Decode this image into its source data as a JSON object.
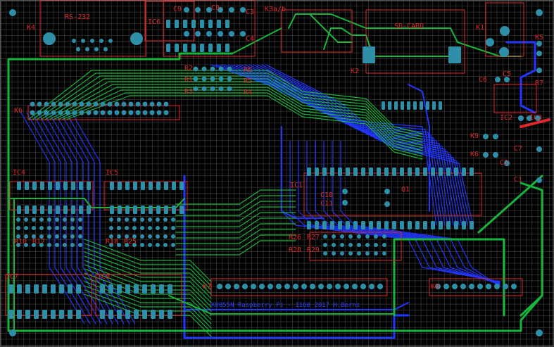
{
  "board": {
    "background": "#000000",
    "grid_color": "#3a3a3a",
    "silk_color": "#e0282a",
    "top_copper": "#19b53a",
    "bottom_copper": "#2236ff",
    "pad_color": "#2e8fa8",
    "footer_text": "K8055N Raspberry Pi - 1160 2017 H.Berns"
  },
  "labels": {
    "k4": "K4",
    "rs232": "RS-232",
    "ic6": "IC6",
    "c9": "C9",
    "c8": "C8",
    "c3": "C3",
    "c4": "C4",
    "k3": "K3a/b",
    "sdcard": "SD-CARD",
    "k2": "K2",
    "k1": "K1",
    "k5": "K5",
    "r2": "R2",
    "r1": "R1",
    "r3": "R3",
    "r6": "R6",
    "r5": "R5",
    "r4": "R4",
    "r7": "R7",
    "c6": "C6",
    "c5": "C5",
    "ic2": "IC2",
    "ic3": "IC3",
    "k9": "K9",
    "k6": "K6",
    "c7": "C7",
    "c2": "C2",
    "c1": "C1",
    "ic4": "IC4",
    "ic5": "IC5",
    "ic1": "IC1",
    "c10": "C10",
    "c11": "C11",
    "q1": "Q1",
    "r10": "R10",
    "r17": "R17",
    "r18": "R18",
    "r25": "R25",
    "r26": "R26",
    "r27": "R27",
    "r28": "R28",
    "r29": "R29",
    "ic7": "IC7",
    "ic8": "IC8",
    "k7": "K7",
    "k8": "K8"
  }
}
